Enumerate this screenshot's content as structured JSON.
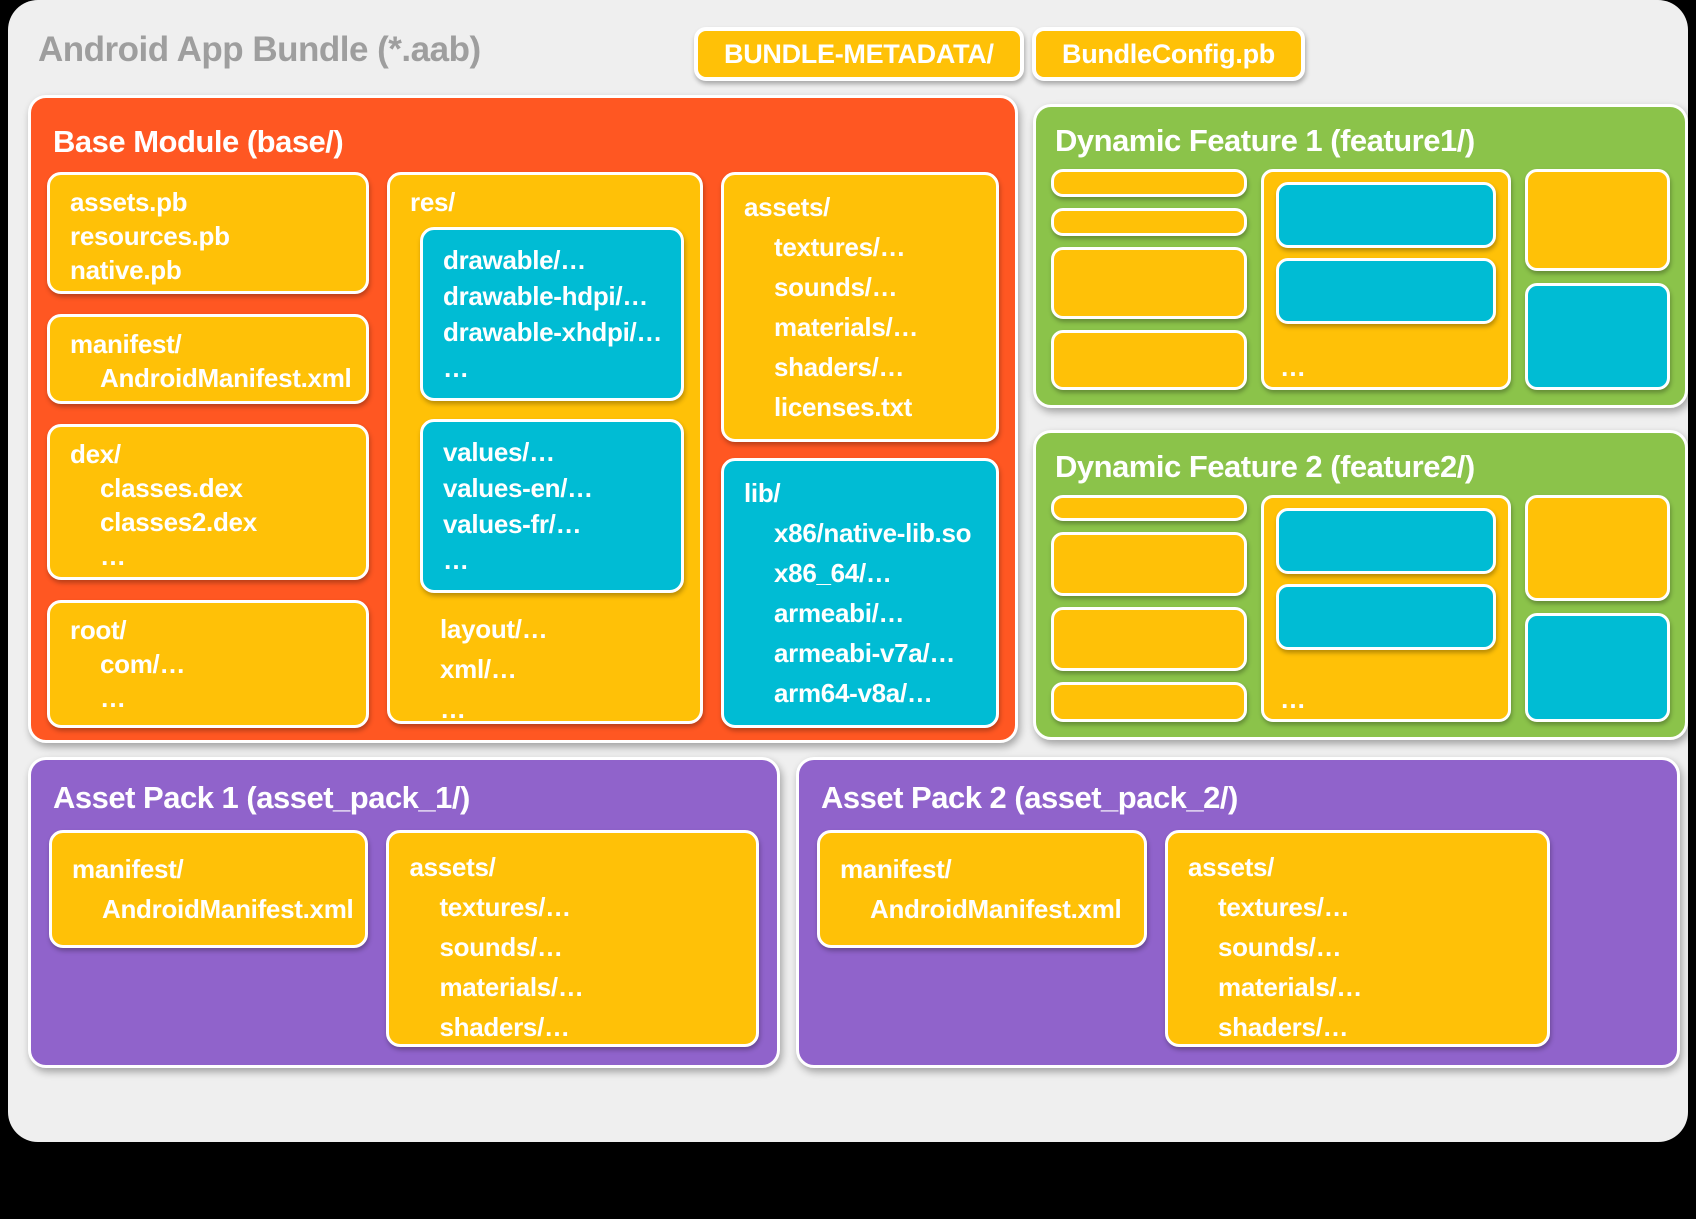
{
  "colors": {
    "orange": "#FF5722",
    "amber": "#FFC107",
    "cyan": "#00BCD4",
    "green": "#8BC34A",
    "purple": "#9063CB",
    "title_gray": "#9E9E9E",
    "panel": "#EFEFEF"
  },
  "title": "Android App Bundle (*.aab)",
  "metadata_pill": "BUNDLE-METADATA/",
  "config_pill": "BundleConfig.pb",
  "base_module": {
    "title": "Base Module (base/)",
    "pb_box": {
      "lines": [
        "assets.pb",
        "resources.pb",
        "native.pb"
      ]
    },
    "manifest_box": {
      "lines": [
        "manifest/",
        "AndroidManifest.xml"
      ]
    },
    "dex_box": {
      "lines": [
        "dex/",
        "classes.dex",
        "classes2.dex",
        "…"
      ]
    },
    "root_box": {
      "lines": [
        "root/",
        "com/…",
        "…"
      ]
    },
    "res_box": {
      "label": "res/",
      "drawable_box": {
        "lines": [
          "drawable/…",
          "drawable-hdpi/…",
          "drawable-xhdpi/…",
          "…"
        ]
      },
      "values_box": {
        "lines": [
          "values/…",
          "values-en/…",
          "values-fr/…",
          "…"
        ]
      },
      "extra_lines": [
        "layout/…",
        "xml/…",
        "…"
      ]
    },
    "assets_box": {
      "lines": [
        "assets/",
        "textures/…",
        "sounds/…",
        "materials/…",
        "shaders/…",
        "licenses.txt"
      ]
    },
    "lib_box": {
      "lines": [
        "lib/",
        "x86/native-lib.so",
        "x86_64/…",
        "armeabi/…",
        "armeabi-v7a/…",
        "arm64-v8a/…"
      ]
    }
  },
  "dynamic_feature_1": {
    "title": "Dynamic Feature 1 (feature1/)",
    "ellipsis": "…"
  },
  "dynamic_feature_2": {
    "title": "Dynamic Feature 2 (feature2/)",
    "ellipsis": "…"
  },
  "asset_pack_1": {
    "title": "Asset Pack 1 (asset_pack_1/)",
    "manifest_box": {
      "lines": [
        "manifest/",
        "AndroidManifest.xml"
      ]
    },
    "assets_box": {
      "lines": [
        "assets/",
        "textures/…",
        "sounds/…",
        "materials/…",
        "shaders/…"
      ]
    }
  },
  "asset_pack_2": {
    "title": "Asset Pack 2 (asset_pack_2/)",
    "manifest_box": {
      "lines": [
        "manifest/",
        "AndroidManifest.xml"
      ]
    },
    "assets_box": {
      "lines": [
        "assets/",
        "textures/…",
        "sounds/…",
        "materials/…",
        "shaders/…"
      ]
    }
  }
}
